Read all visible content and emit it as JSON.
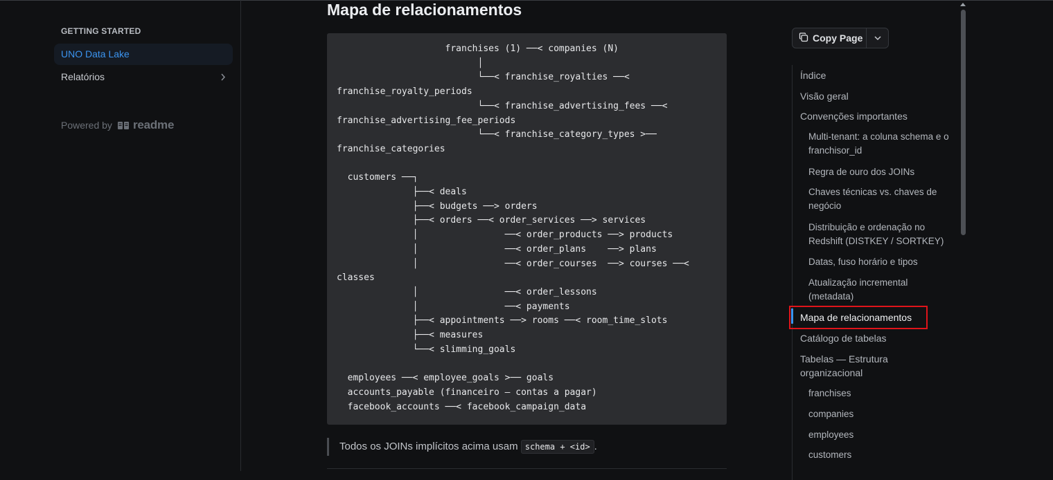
{
  "sidebar": {
    "section_title": "GETTING STARTED",
    "items": [
      {
        "label": "UNO Data Lake",
        "active": true
      },
      {
        "label": "Relatórios",
        "active": false,
        "chevron": "›"
      }
    ],
    "powered_by": {
      "prefix": "Powered by",
      "brand": "readme"
    }
  },
  "main": {
    "title": "Mapa de relacionamentos",
    "code": "                    franchises (1) ──< companies (N)\n                          │\n                          └──< franchise_royalties ──<\nfranchise_royalty_periods\n                          └──< franchise_advertising_fees ──<\nfranchise_advertising_fee_periods\n                          └──< franchise_category_types >──\nfranchise_categories\n\n  customers ──┐\n              ├──< deals\n              ├──< budgets ──> orders\n              ├──< orders ──< order_services ──> services\n              │                ──< order_products ──> products\n              │                ──< order_plans    ──> plans\n              │                ──< order_courses  ──> courses ──<\nclasses\n              │                ──< order_lessons\n              │                ──< payments\n              ├──< appointments ──> rooms ──< room_time_slots\n              ├──< measures\n              └──< slimming_goals\n\n  employees ──< employee_goals >── goals\n  accounts_payable (financeiro – contas a pagar)\n  facebook_accounts ──< facebook_campaign_data",
    "quote_text": "Todos os JOINs implícitos acima usam",
    "quote_code": "schema + <id>",
    "quote_suffix": "."
  },
  "toolbar": {
    "copy_label": "Copy Page",
    "copy_icon": "copy-icon",
    "dropdown_icon": "chevron-down-icon"
  },
  "toc": {
    "items": [
      {
        "label": "Índice",
        "level": 1
      },
      {
        "label": "Visão geral",
        "level": 1
      },
      {
        "label": "Convenções importantes",
        "level": 1
      },
      {
        "label": "Multi-tenant: a coluna schema e o franchisor_id",
        "level": 2
      },
      {
        "label": "Regra de ouro dos JOINs",
        "level": 2
      },
      {
        "label": "Chaves técnicas vs. chaves de negócio",
        "level": 2
      },
      {
        "label": "Distribuição e ordenação no Redshift (DISTKEY / SORTKEY)",
        "level": 2
      },
      {
        "label": "Datas, fuso horário e tipos",
        "level": 2
      },
      {
        "label": "Atualização incremental (metadata)",
        "level": 2
      },
      {
        "label": "Mapa de relacionamentos",
        "level": 1,
        "active": true
      },
      {
        "label": "Catálogo de tabelas",
        "level": 1
      },
      {
        "label": "Tabelas — Estrutura organizacional",
        "level": 1
      },
      {
        "label": "franchises",
        "level": 2
      },
      {
        "label": "companies",
        "level": 2
      },
      {
        "label": "employees",
        "level": 2
      },
      {
        "label": "customers",
        "level": 2
      }
    ]
  },
  "colors": {
    "accent": "#3b94f0",
    "highlight": "#e0141a",
    "background": "#101113",
    "code_background": "#2c2d30"
  }
}
